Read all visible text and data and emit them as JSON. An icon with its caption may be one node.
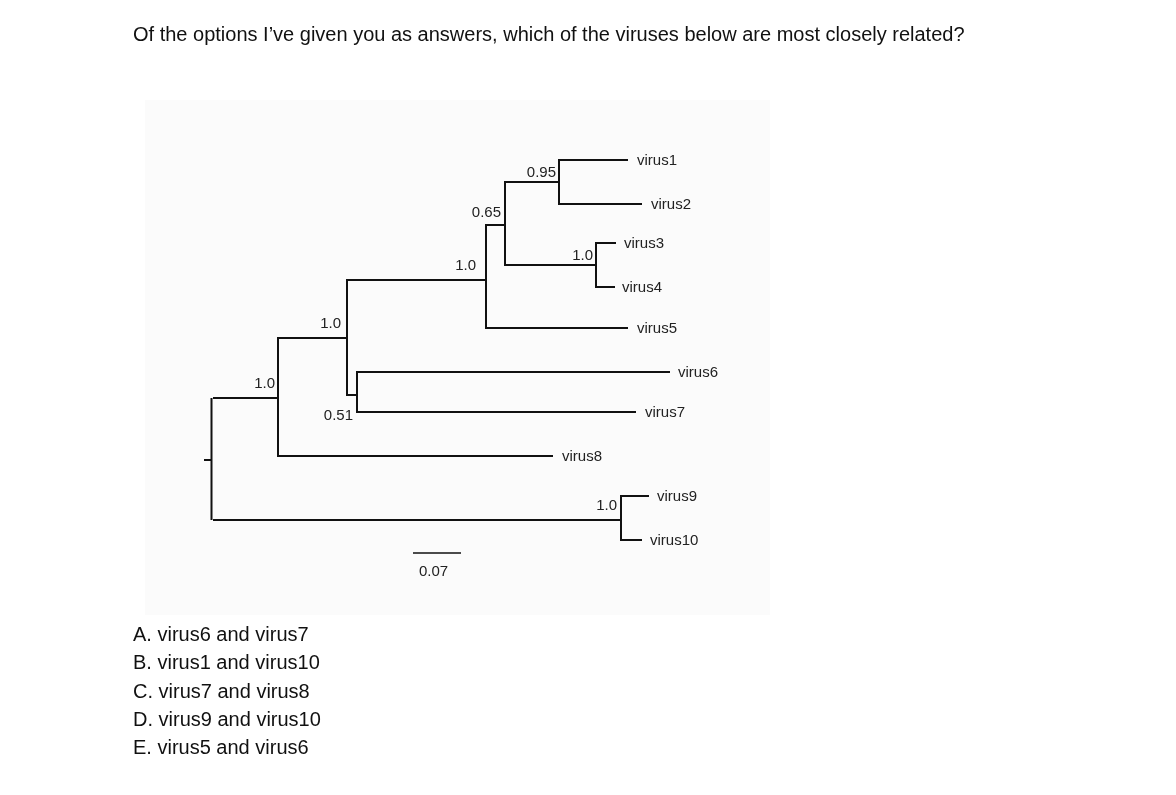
{
  "diagram": {
    "title": "Of the options I’ve given you as answers, which of the viruses below are most closely related?",
    "nodes": [
      {
        "text": [],
        "shape": "bar"
      },
      {
        "text": [
          "1.0"
        ]
      },
      {
        "text": [
          "1.0"
        ]
      },
      {
        "text": [
          "1.0"
        ]
      },
      {
        "text": [
          "0.65"
        ]
      },
      {
        "text": [
          "0.95"
        ]
      },
      {
        "text": [
          "virus1"
        ]
      },
      {
        "text": [
          "virus2"
        ]
      },
      {
        "text": [
          "1.0"
        ]
      },
      {
        "text": [
          "virus3"
        ]
      },
      {
        "text": [
          "virus4"
        ]
      },
      {
        "text": [
          "virus5"
        ]
      },
      {
        "text": [
          "0.51"
        ]
      },
      {
        "text": [
          "virus6"
        ]
      },
      {
        "text": [
          "virus7"
        ]
      },
      {
        "text": [
          "virus8"
        ]
      },
      {
        "text": [
          "1.0"
        ]
      },
      {
        "text": [
          "virus9"
        ]
      },
      {
        "text": [
          "virus10"
        ]
      }
    ],
    "edges": [
      {
        "from": 0,
        "to": 1,
        "arrow": "none"
      },
      {
        "from": 1,
        "to": 2,
        "arrow": "none"
      },
      {
        "from": 2,
        "to": 3,
        "arrow": "none"
      },
      {
        "from": 3,
        "to": 4,
        "arrow": "none"
      },
      {
        "from": 4,
        "to": 5,
        "arrow": "none"
      },
      {
        "from": 5,
        "to": 6,
        "arrow": "none"
      },
      {
        "from": 5,
        "to": 7,
        "arrow": "none"
      },
      {
        "from": 4,
        "to": 8,
        "arrow": "none"
      },
      {
        "from": 8,
        "to": 9,
        "arrow": "none"
      },
      {
        "from": 8,
        "to": 10,
        "arrow": "none"
      },
      {
        "from": 3,
        "to": 11,
        "arrow": "none"
      },
      {
        "from": 2,
        "to": 12,
        "arrow": "none"
      },
      {
        "from": 12,
        "to": 13,
        "arrow": "none"
      },
      {
        "from": 12,
        "to": 14,
        "arrow": "none"
      },
      {
        "from": 1,
        "to": 15,
        "arrow": "none"
      },
      {
        "from": 0,
        "to": 16,
        "arrow": "none"
      },
      {
        "from": 16,
        "to": 17,
        "arrow": "none"
      },
      {
        "from": 16,
        "to": 18,
        "arrow": "none"
      }
    ],
    "labels": [
      "0.07",
      "A. virus6 and virus7",
      "B. virus1 and virus10",
      "C. virus7 and virus8",
      "D. virus9 and virus10",
      "E. virus5 and virus6"
    ]
  }
}
